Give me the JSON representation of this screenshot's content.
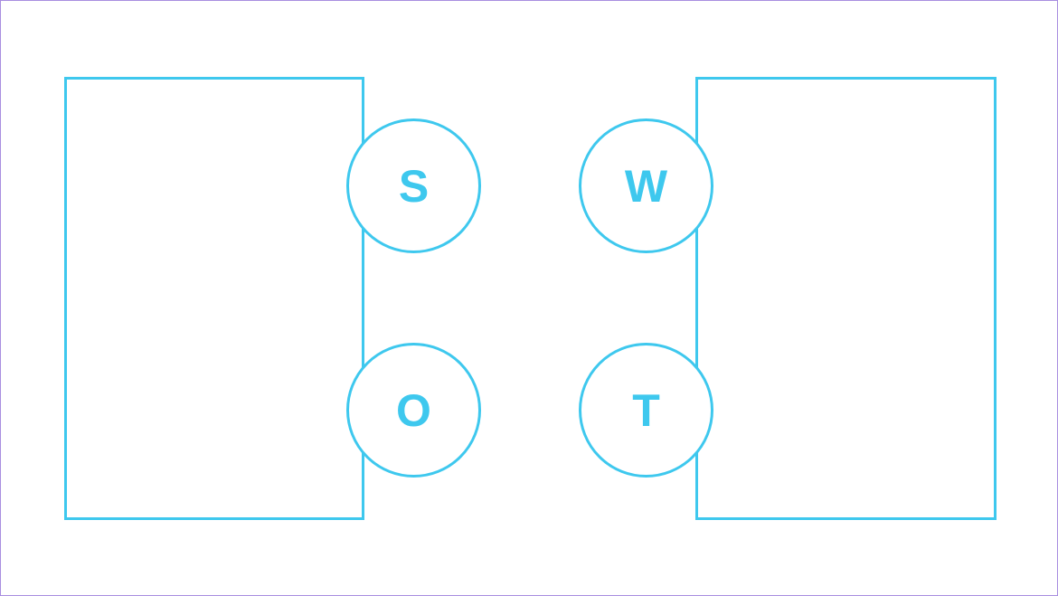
{
  "colors": {
    "accent": "#3ec8ee",
    "frame": "#a98ee0",
    "background": "#ffffff"
  },
  "swot": {
    "strengths": {
      "letter": "S"
    },
    "weaknesses": {
      "letter": "W"
    },
    "opportunities": {
      "letter": "O"
    },
    "threats": {
      "letter": "T"
    }
  }
}
